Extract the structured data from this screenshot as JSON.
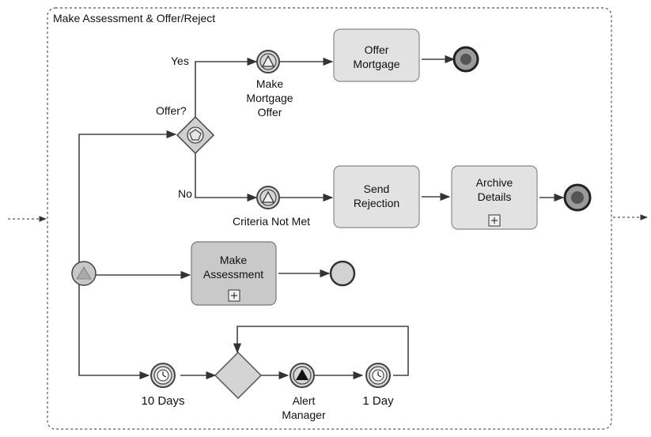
{
  "diagram": {
    "pool_title": "Make Assessment & Offer/Reject",
    "gateway_offer": "Offer?",
    "branch_yes": "Yes",
    "branch_no": "No",
    "event_make_offer_line1": "Make",
    "event_make_offer_line2": "Mortgage",
    "event_make_offer_line3": "Offer",
    "task_offer_line1": "Offer",
    "task_offer_line2": "Mortgage",
    "event_criteria": "Criteria Not Met",
    "task_send_line1": "Send",
    "task_send_line2": "Rejection",
    "task_archive_line1": "Archive",
    "task_archive_line2": "Details",
    "task_assess_line1": "Make",
    "task_assess_line2": "Assessment",
    "timer_10days": "10 Days",
    "event_alert_line1": "Alert",
    "event_alert_line2": "Manager",
    "timer_1day": "1 Day",
    "colors": {
      "stroke": "#444444",
      "task_fill": "#e2e2e2",
      "event_fill": "#d6d6d6",
      "signal_fill": "#111111"
    },
    "icons": [
      "signal-icon",
      "timer-icon",
      "subprocess-plus-icon",
      "end-event-icon",
      "pentagon-icon"
    ]
  }
}
